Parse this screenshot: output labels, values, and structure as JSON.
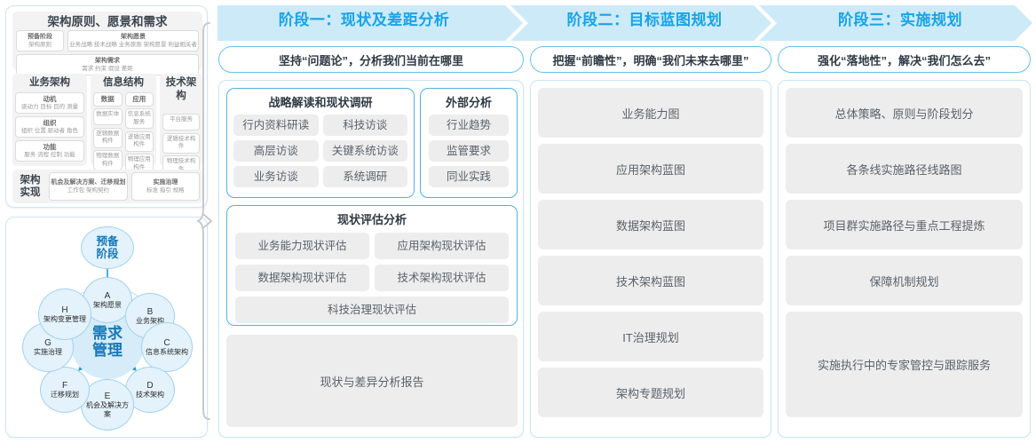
{
  "left_panel": {
    "togaf": {
      "header_title": "架构原则、愿景和需求",
      "prep": {
        "title": "预备阶段",
        "item": "架构原则"
      },
      "vision": {
        "title": "架构愿景",
        "items": "业务战略 技术战略 业务原则 架构愿景 利益相关者"
      },
      "requirements": {
        "title": "架构需求",
        "items": "需求   约束   假设   差距"
      },
      "columns": [
        {
          "title": "业务架构",
          "groups": [
            {
              "title": "动机",
              "items": "驱动力 目标 目的 测量"
            },
            {
              "title": "组织",
              "items": "组织 位置 驱动者 角色"
            },
            {
              "title": "功能",
              "items": "服务 流程 控制 功能"
            }
          ]
        },
        {
          "title": "信息结构",
          "subcolumns": [
            {
              "title": "数据",
              "items": [
                "数据实体",
                "逻辑数据构件",
                "物理数据构件"
              ]
            },
            {
              "title": "应用",
              "items": [
                "信息系统服务",
                "逻辑应用构件",
                "物理应用构件"
              ]
            }
          ]
        },
        {
          "title": "技术架构",
          "items": [
            "平台服务",
            "逻辑技术构件",
            "物理技术构件"
          ]
        }
      ],
      "bottom": {
        "label": "架构实现",
        "boxes": [
          {
            "title": "机会及解决方案、迁移规划",
            "items": "工作包  架构契约"
          },
          {
            "title": "实施治理",
            "items": "标准  指引  规格"
          }
        ]
      }
    },
    "cycle": {
      "prep": "预备\n阶段",
      "hub": "需求\n管理",
      "nodes": [
        {
          "letter": "A",
          "label": "架构愿景"
        },
        {
          "letter": "B",
          "label": "业务架构"
        },
        {
          "letter": "C",
          "label": "信息系统架构"
        },
        {
          "letter": "D",
          "label": "技术架构"
        },
        {
          "letter": "E",
          "label": "机会及解决方案"
        },
        {
          "letter": "F",
          "label": "迁移规划"
        },
        {
          "letter": "G",
          "label": "实施治理"
        },
        {
          "letter": "H",
          "label": "架构变更管理"
        }
      ]
    }
  },
  "banner": {
    "phases": [
      "阶段一：现状及差距分析",
      "阶段二：目标蓝图规划",
      "阶段三：实施规划"
    ]
  },
  "phase1": {
    "caption": "坚持“问题论”，分析我们当前在哪里",
    "research": {
      "title": "战略解读和现状调研",
      "chips": [
        "行内资料研读",
        "科技访谈",
        "高层访谈",
        "关键系统访谈",
        "业务访谈",
        "系统调研"
      ]
    },
    "external": {
      "title": "外部分析",
      "chips": [
        "行业趋势",
        "监管要求",
        "同业实践"
      ]
    },
    "assessment": {
      "title": "现状评估分析",
      "chips": [
        "业务能力现状评估",
        "应用架构现状评估",
        "数据架构现状评估",
        "技术架构现状评估"
      ],
      "wide_chip": "科技治理现状评估"
    },
    "report": "现状与差异分析报告"
  },
  "phase2": {
    "caption": "把握“前瞻性”，明确“我们未来去哪里”",
    "items": [
      "业务能力图",
      "应用架构蓝图",
      "数据架构蓝图",
      "技术架构蓝图",
      "IT治理规划",
      "架构专题规划"
    ]
  },
  "phase3": {
    "caption": "强化“落地性”，解决“我们怎么去”",
    "items": [
      "总体策略、原则与阶段划分",
      "各条线实施路径线路图",
      "项目群实施路径与重点工程提炼",
      "保障机制规划",
      "实施执行中的专家管控与跟踪服务"
    ]
  },
  "colors": {
    "banner_bg": "#cdeaf9",
    "banner_text": "#17a3e8",
    "accent_border": "#4fb3e3",
    "chip_bg": "#ededed",
    "chip_text": "#59636b",
    "node_fill": "#e4f2fb",
    "hub_fill": "#d6ecf9",
    "hub_text": "#1878b8"
  }
}
